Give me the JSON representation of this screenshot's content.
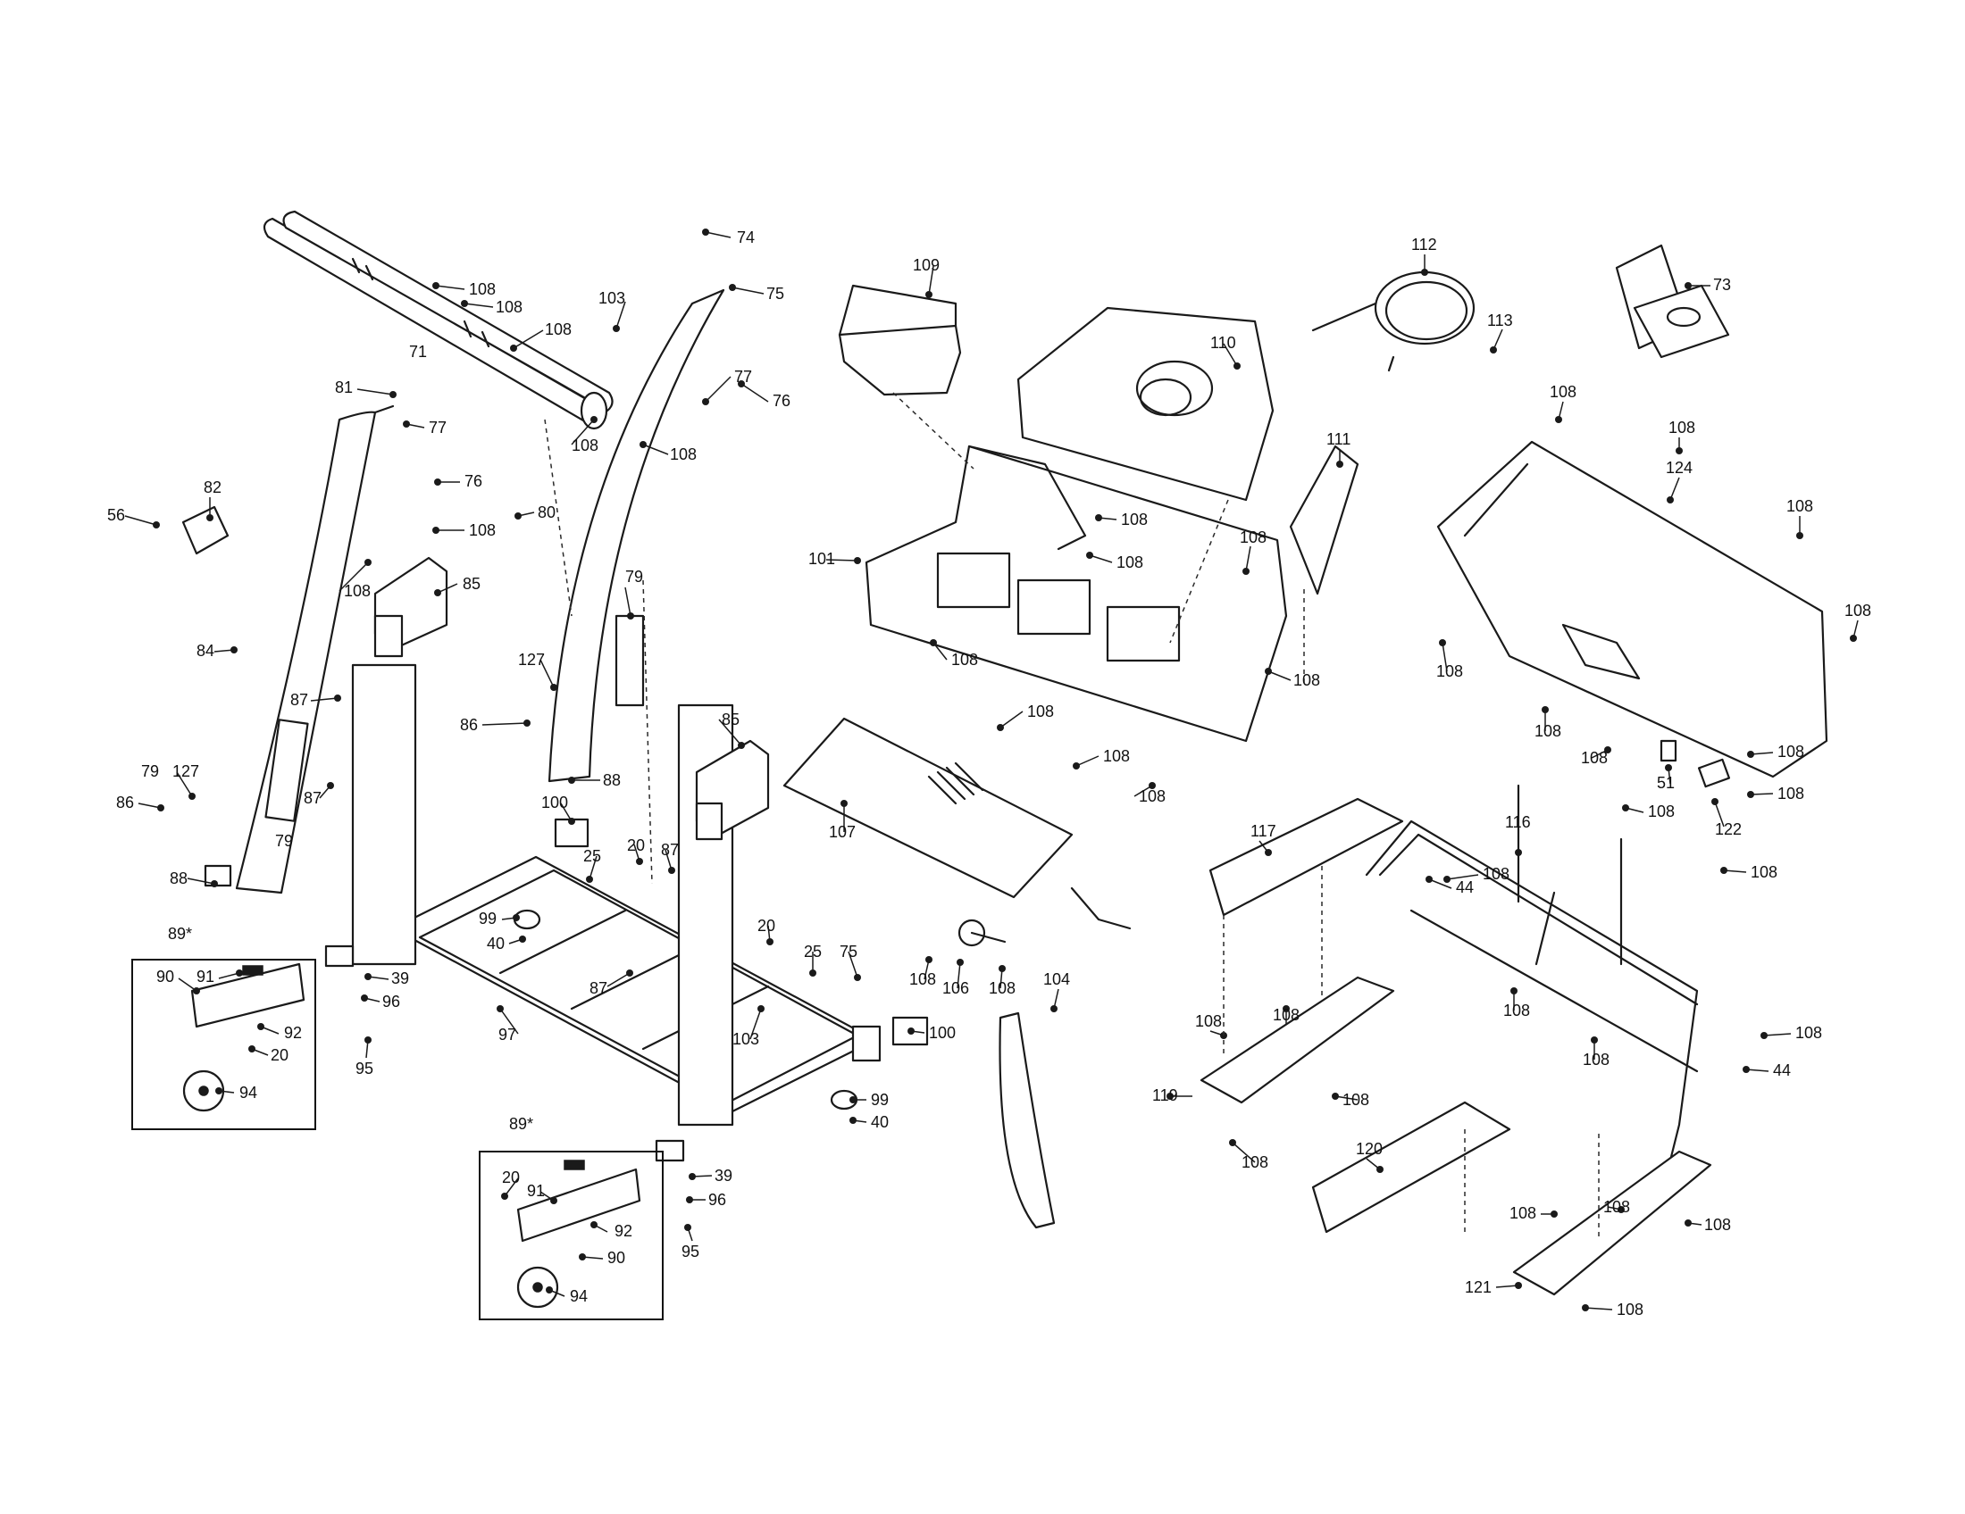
{
  "labels": {
    "p108": "108",
    "p103": "103",
    "p74": "74",
    "p75": "75",
    "p71": "71",
    "p77": "77",
    "p76": "76",
    "p81": "81",
    "p82": "82",
    "p56": "56",
    "p80": "80",
    "p84": "84",
    "p85": "85",
    "p79": "79",
    "p127": "127",
    "p87": "87",
    "p86": "86",
    "p88": "88",
    "p100": "100",
    "p25": "25",
    "p20": "20",
    "p99": "99",
    "p40": "40",
    "p89": "89*",
    "p90": "90",
    "p91": "91",
    "p92": "92",
    "p94": "94",
    "p95": "95",
    "p39": "39",
    "p96": "96",
    "p97": "97",
    "p109": "109",
    "p110": "110",
    "p101": "101",
    "p107": "107",
    "p106": "106",
    "p104": "104",
    "p111": "111",
    "p112": "112",
    "p113": "113",
    "p73": "73",
    "p124": "124",
    "p51": "51",
    "p122": "122",
    "p117": "117",
    "p116": "116",
    "p44": "44",
    "p119": "119",
    "p120": "120",
    "p121": "121"
  }
}
